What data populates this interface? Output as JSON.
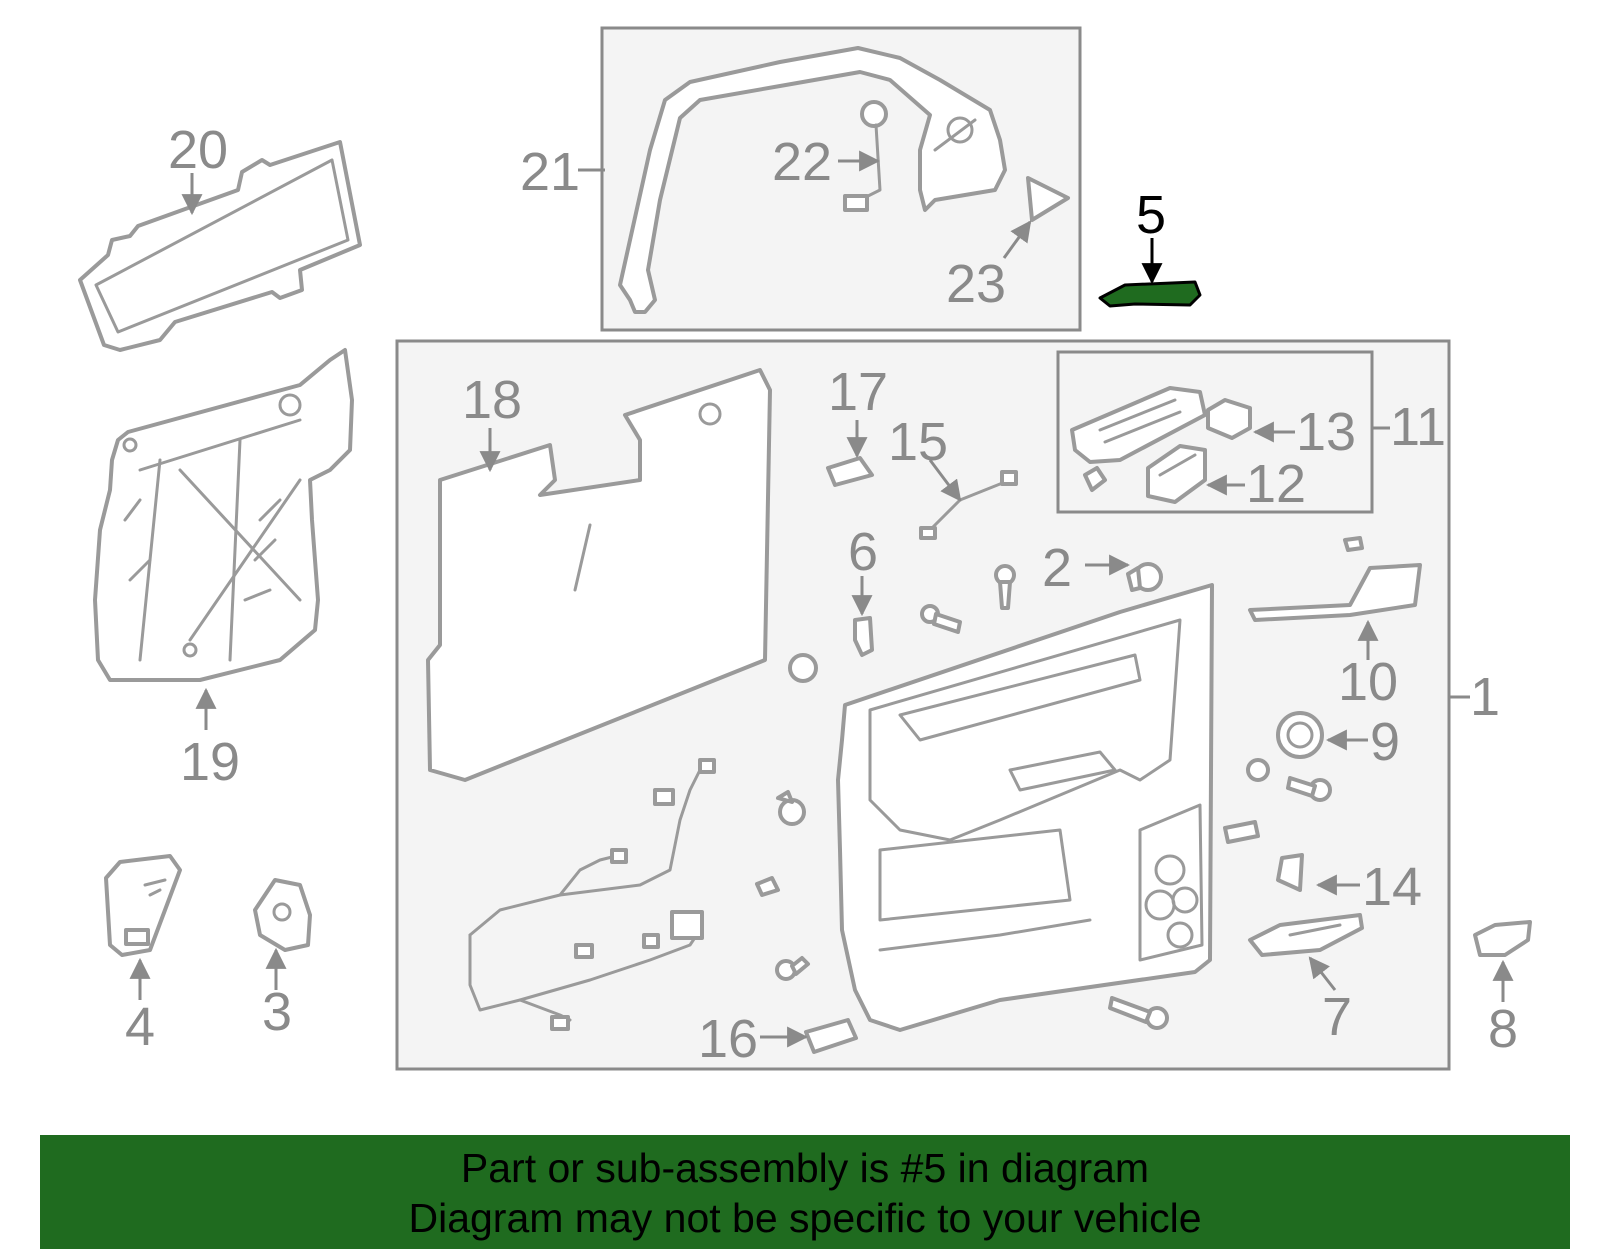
{
  "diagram": {
    "highlight_part": "5",
    "labels": {
      "p1": "1",
      "p2": "2",
      "p3": "3",
      "p4": "4",
      "p5": "5",
      "p6": "6",
      "p7": "7",
      "p8": "8",
      "p9": "9",
      "p10": "10",
      "p11": "11",
      "p12": "12",
      "p13": "13",
      "p14": "14",
      "p15": "15",
      "p16": "16",
      "p17": "17",
      "p18": "18",
      "p19": "19",
      "p20": "20",
      "p21": "21",
      "p22": "22",
      "p23": "23"
    }
  },
  "banner": {
    "line1": "Part or sub-assembly is #5 in diagram",
    "line2": "Diagram may not be specific to your vehicle",
    "color": "#1f6b1f"
  },
  "colors": {
    "highlight": "#1f6b1f",
    "part_stroke": "#9a9a9a",
    "group_fill": "#f4f4f4"
  }
}
